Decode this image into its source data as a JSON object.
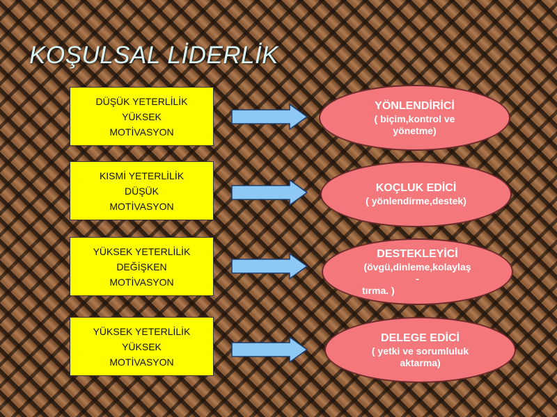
{
  "title": "KOŞULSAL LİDERLİK",
  "rows": [
    {
      "left": [
        "DÜŞÜK YETERLİLİK",
        "YÜKSEK",
        "MOTİVASYON"
      ],
      "style_title": "YÖNLENDİRİCİ",
      "style_desc": [
        "( biçim,kontrol ve",
        "yönetme)"
      ]
    },
    {
      "left": [
        "KISMİ YETERLİLİK",
        "DÜŞÜK",
        "MOTİVASYON"
      ],
      "style_title": "KOÇLUK EDİCİ",
      "style_desc": [
        "( yönlendirme,destek)"
      ]
    },
    {
      "left": [
        "YÜKSEK YETERLİLİK",
        "DEĞİŞKEN",
        "MOTİVASYON"
      ],
      "style_title": "DESTEKLEYİCİ",
      "style_desc": [
        "(övgü,dinleme,kolaylaş",
        "-",
        "tırma. )"
      ]
    },
    {
      "left": [
        "YÜKSEK YETERLİLİK",
        "YÜKSEK",
        "MOTİVASYON"
      ],
      "style_title": "DELEGE EDİCİ",
      "style_desc": [
        "( yetki ve sorumluluk",
        "aktarma)"
      ]
    }
  ],
  "colors": {
    "box_fill": "#fefe00",
    "arrow_fill": "#8ec8f4",
    "ellipse_fill": "#f4777c",
    "title_color": "#d8f3f3"
  }
}
